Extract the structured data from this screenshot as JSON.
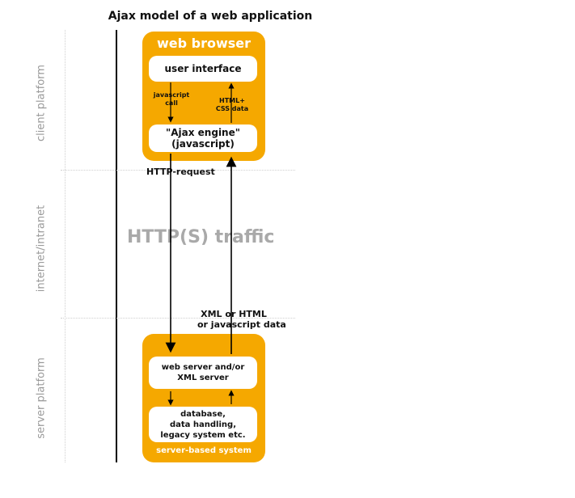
{
  "title": "Ajax model of a web application",
  "zones": {
    "client": "client platform",
    "internet": "internet/intranet",
    "server": "server platform"
  },
  "browser": {
    "title": "web browser",
    "user_interface": "user interface",
    "engine_line1": "\"Ajax engine\"",
    "engine_line2": "(javascript)",
    "js_call_line1": "javascript",
    "js_call_line2": "call",
    "html_css_line1": "HTML+",
    "html_css_line2": "CSS data"
  },
  "traffic": {
    "http_request": "HTTP-request",
    "label": "HTTP(S) traffic",
    "response_line1": "XML or HTML",
    "response_line2": "or javascript data"
  },
  "server": {
    "web_server_line1": "web server and/or",
    "web_server_line2": "XML server",
    "db_line1": "database,",
    "db_line2": "data handling,",
    "db_line3": "legacy system etc.",
    "title": "server-based system"
  },
  "colors": {
    "orange": "#f5a800",
    "traffic_gray": "#a9a9a9",
    "zone_gray": "#9a9a9a"
  }
}
